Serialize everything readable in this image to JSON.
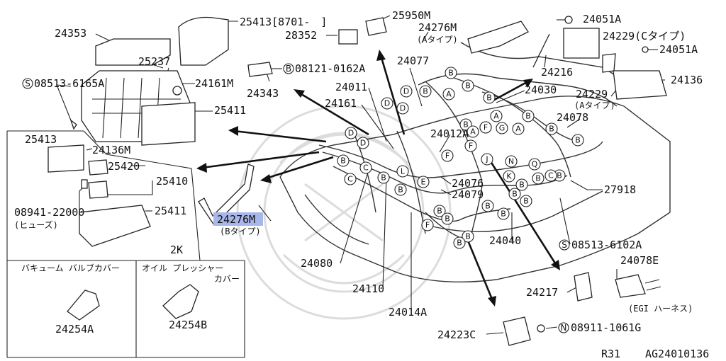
{
  "callouts": [
    {
      "id": "c_24353",
      "text": "24353"
    },
    {
      "id": "c_25413top",
      "text": "25413[8701-　]"
    },
    {
      "id": "c_28352",
      "text": "28352"
    },
    {
      "id": "c_25950M",
      "text": "25950M"
    },
    {
      "id": "c_24276M_A",
      "text": "24276M"
    },
    {
      "id": "c_24276M_A_note",
      "text": "(Aタイプ)"
    },
    {
      "id": "c_24051A_1",
      "text": "24051A"
    },
    {
      "id": "c_24229C",
      "text": "24229(Cタイプ)"
    },
    {
      "id": "c_24051A_2",
      "text": "24051A"
    },
    {
      "id": "c_25237",
      "text": "25237"
    },
    {
      "id": "c_08513_6165A",
      "text": "08513-6165A"
    },
    {
      "id": "c_24161M",
      "text": "24161M"
    },
    {
      "id": "c_08121",
      "text": "08121-0162A"
    },
    {
      "id": "c_24077",
      "text": "24077"
    },
    {
      "id": "c_24216",
      "text": "24216"
    },
    {
      "id": "c_24136",
      "text": "24136"
    },
    {
      "id": "c_24343",
      "text": "24343"
    },
    {
      "id": "c_24011",
      "text": "24011"
    },
    {
      "id": "c_24030",
      "text": "24030"
    },
    {
      "id": "c_24229A",
      "text": "24229"
    },
    {
      "id": "c_24229A_note",
      "text": "(Aタイプ)"
    },
    {
      "id": "c_25411top",
      "text": "25411"
    },
    {
      "id": "c_24161",
      "text": "24161"
    },
    {
      "id": "c_24078",
      "text": "24078"
    },
    {
      "id": "c_24012A",
      "text": "24012A"
    },
    {
      "id": "c_25413box",
      "text": "25413"
    },
    {
      "id": "c_24136M",
      "text": "24136M"
    },
    {
      "id": "c_25420",
      "text": "25420"
    },
    {
      "id": "c_25410",
      "text": "25410"
    },
    {
      "id": "c_24276M_B",
      "text": "24276M"
    },
    {
      "id": "c_24276M_B_note",
      "text": "(Bタイプ)"
    },
    {
      "id": "c_24076",
      "text": "24076"
    },
    {
      "id": "c_24079",
      "text": "24079"
    },
    {
      "id": "c_27918",
      "text": "27918"
    },
    {
      "id": "c_08941",
      "text": "08941-22000"
    },
    {
      "id": "c_08941_note",
      "text": "(ヒューズ)"
    },
    {
      "id": "c_25411box",
      "text": "25411"
    },
    {
      "id": "c_24040",
      "text": "24040"
    },
    {
      "id": "c_08513_6102A",
      "text": "08513-6102A"
    },
    {
      "id": "c_2K",
      "text": "2K"
    },
    {
      "id": "c_24080",
      "text": "24080"
    },
    {
      "id": "c_24078E",
      "text": "24078E"
    },
    {
      "id": "c_24110",
      "text": "24110"
    },
    {
      "id": "c_24217",
      "text": "24217"
    },
    {
      "id": "c_EGI",
      "text": "(EGI ハーネス)"
    },
    {
      "id": "c_24014A",
      "text": "24014A"
    },
    {
      "id": "c_24223C",
      "text": "24223C"
    },
    {
      "id": "c_08911",
      "text": "08911-1061G"
    },
    {
      "id": "c_24254A",
      "text": "24254A"
    },
    {
      "id": "c_24254B",
      "text": "24254B"
    }
  ],
  "boxes": {
    "vacuum_title": "バキューム バルブカバー",
    "oil_title_1": "オイル プレッシャー",
    "oil_title_2": "カバー"
  },
  "symbols": {
    "s": "S",
    "b": "B",
    "n": "N"
  },
  "footer": {
    "code_left": "R31",
    "code_right": "AG24010136"
  },
  "highlight_color": "#a9b6ea",
  "connector_labels": {
    "list": [
      "B",
      "B",
      "A",
      "B",
      "D",
      "D",
      "B",
      "D",
      "D",
      "A",
      "B",
      "B",
      "B",
      "A",
      "G",
      "A",
      "F",
      "B",
      "B",
      "D",
      "F",
      "F",
      "J",
      "N",
      "Q",
      "B",
      "C",
      "B",
      "C",
      "B",
      "B",
      "L",
      "C",
      "B",
      "E",
      "K",
      "B",
      "B",
      "B",
      "B",
      "B",
      "B",
      "B",
      "F",
      "B",
      "B"
    ]
  }
}
